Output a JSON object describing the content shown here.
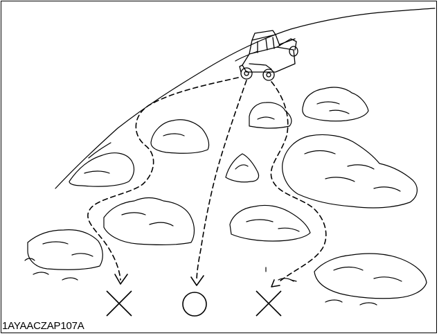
{
  "figure": {
    "code": "1AYAACZAP107A"
  },
  "symbols": {
    "left": "cross-mark",
    "center": "circle-mark",
    "right": "cross-mark"
  },
  "colors": {
    "ink": "#000000",
    "paper": "#ffffff"
  }
}
